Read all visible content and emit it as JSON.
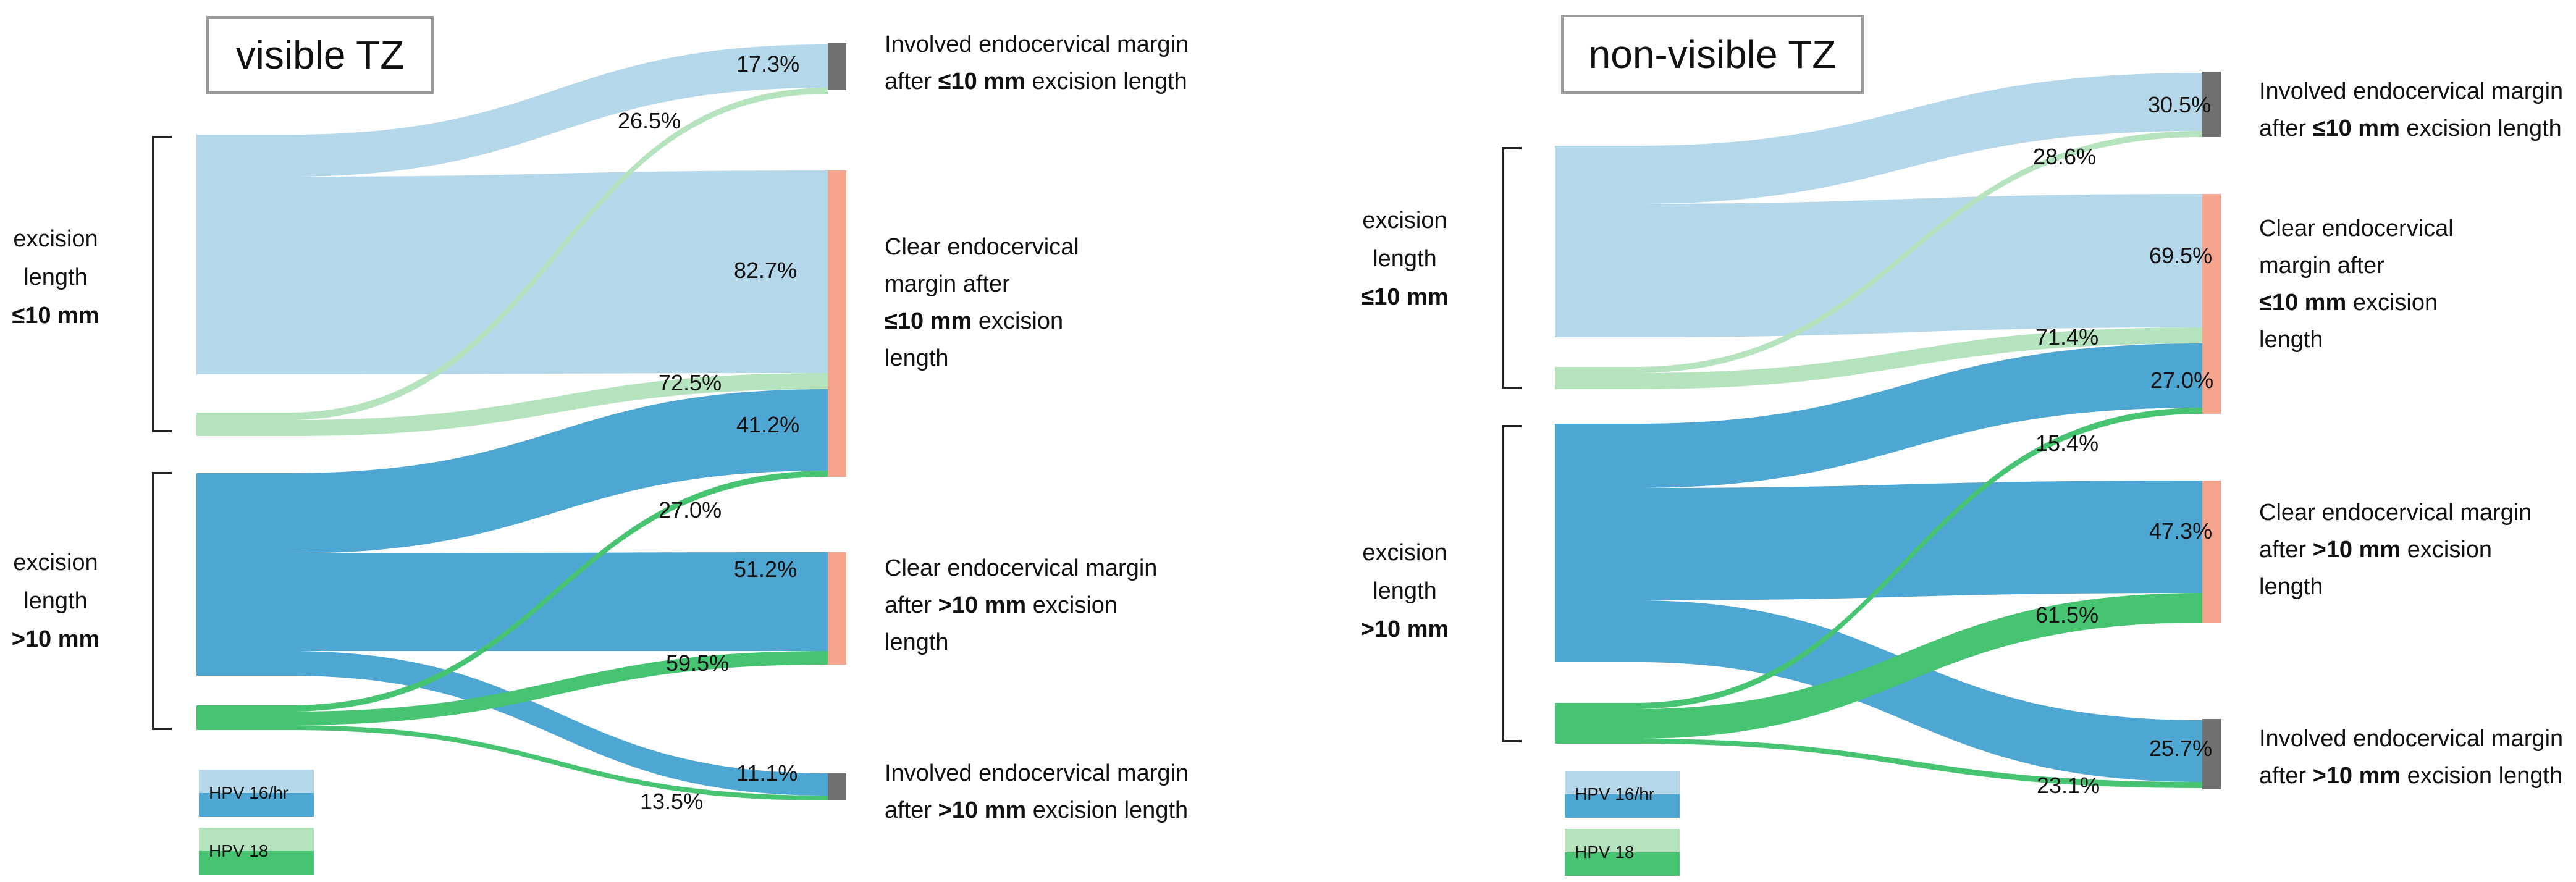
{
  "colors": {
    "hpv16_light": "#b5d7ea",
    "hpv16_dark": "#4ea6d2",
    "hpv18_light": "#b4e3be",
    "hpv18_dark": "#46c472",
    "clear_node": "#f7a48c",
    "involved_node": "#707070",
    "bracket": "#222222"
  },
  "icons": {
    "bracket": "left-square-bracket-icon"
  },
  "legend": {
    "hpv16": "HPV 16/hr",
    "hpv18": "HPV 18"
  },
  "panels": [
    {
      "title": "visible TZ",
      "groups": {
        "le10": {
          "line1": "excision",
          "line2": "length",
          "line3": "≤10 mm"
        },
        "gt10": {
          "line1": "excision",
          "line2": "length",
          "line3": ">10 mm"
        }
      },
      "nodes": {
        "inv_le10": {
          "line1": "Involved endocervical margin",
          "line2_pre": "after ",
          "line2_bold": "≤10 mm",
          "line2_post": " excision length"
        },
        "clear_le10": {
          "line1": "Clear endocervical",
          "line2": "margin after",
          "line3_bold": "≤10 mm",
          "line3_post": " excision",
          "line4": "length"
        },
        "clear_gt10": {
          "line1": "Clear endocervical margin",
          "line2_pre": "after ",
          "line2_bold": ">10 mm",
          "line2_post": " excision",
          "line3": "length"
        },
        "inv_gt10": {
          "line1": "Involved endocervical margin",
          "line2_pre": "after ",
          "line2_bold": ">10 mm",
          "line2_post": " excision length"
        }
      },
      "percentages": {
        "hpv16_le10_involved": "17.3%",
        "hpv18_le10_involved": "26.5%",
        "hpv16_le10_clear": "82.7%",
        "hpv18_le10_clear": "72.5%",
        "hpv16_gt10_clear": "41.2%",
        "hpv18_gt10_clear": "27.0%",
        "hpv16_gt10_clear_gt10": "51.2%",
        "hpv18_gt10_clear_gt10": "59.5%",
        "hpv16_gt10_involved": "11.1%",
        "hpv18_gt10_involved": "13.5%"
      }
    },
    {
      "title": "non-visible TZ",
      "groups": {
        "le10": {
          "line1": "excision",
          "line2": "length",
          "line3": "≤10 mm"
        },
        "gt10": {
          "line1": "excision",
          "line2": "length",
          "line3": ">10 mm"
        }
      },
      "nodes": {
        "inv_le10": {
          "line1": "Involved endocervical margin",
          "line2_pre": "after ",
          "line2_bold": "≤10 mm",
          "line2_post": " excision length"
        },
        "clear_le10": {
          "line1": "Clear endocervical",
          "line2": "margin after",
          "line3_bold": "≤10 mm",
          "line3_post": " excision",
          "line4": "length"
        },
        "clear_gt10": {
          "line1": "Clear endocervical margin",
          "line2_pre": "after ",
          "line2_bold": ">10 mm",
          "line2_post": " excision",
          "line3": "length"
        },
        "inv_gt10": {
          "line1": "Involved endocervical margin",
          "line2_pre": "after ",
          "line2_bold": ">10 mm",
          "line2_post": " excision length"
        }
      },
      "percentages": {
        "hpv16_le10_involved": "30.5%",
        "hpv18_le10_involved": "28.6%",
        "hpv16_le10_clear": "69.5%",
        "hpv18_le10_clear": "71.4%",
        "hpv16_gt10_clear": "27.0%",
        "hpv18_gt10_clear": "15.4%",
        "hpv16_gt10_clear_gt10": "47.3%",
        "hpv18_gt10_clear_gt10": "61.5%",
        "hpv16_gt10_involved": "25.7%",
        "hpv18_gt10_involved": "23.1%"
      }
    }
  ]
}
